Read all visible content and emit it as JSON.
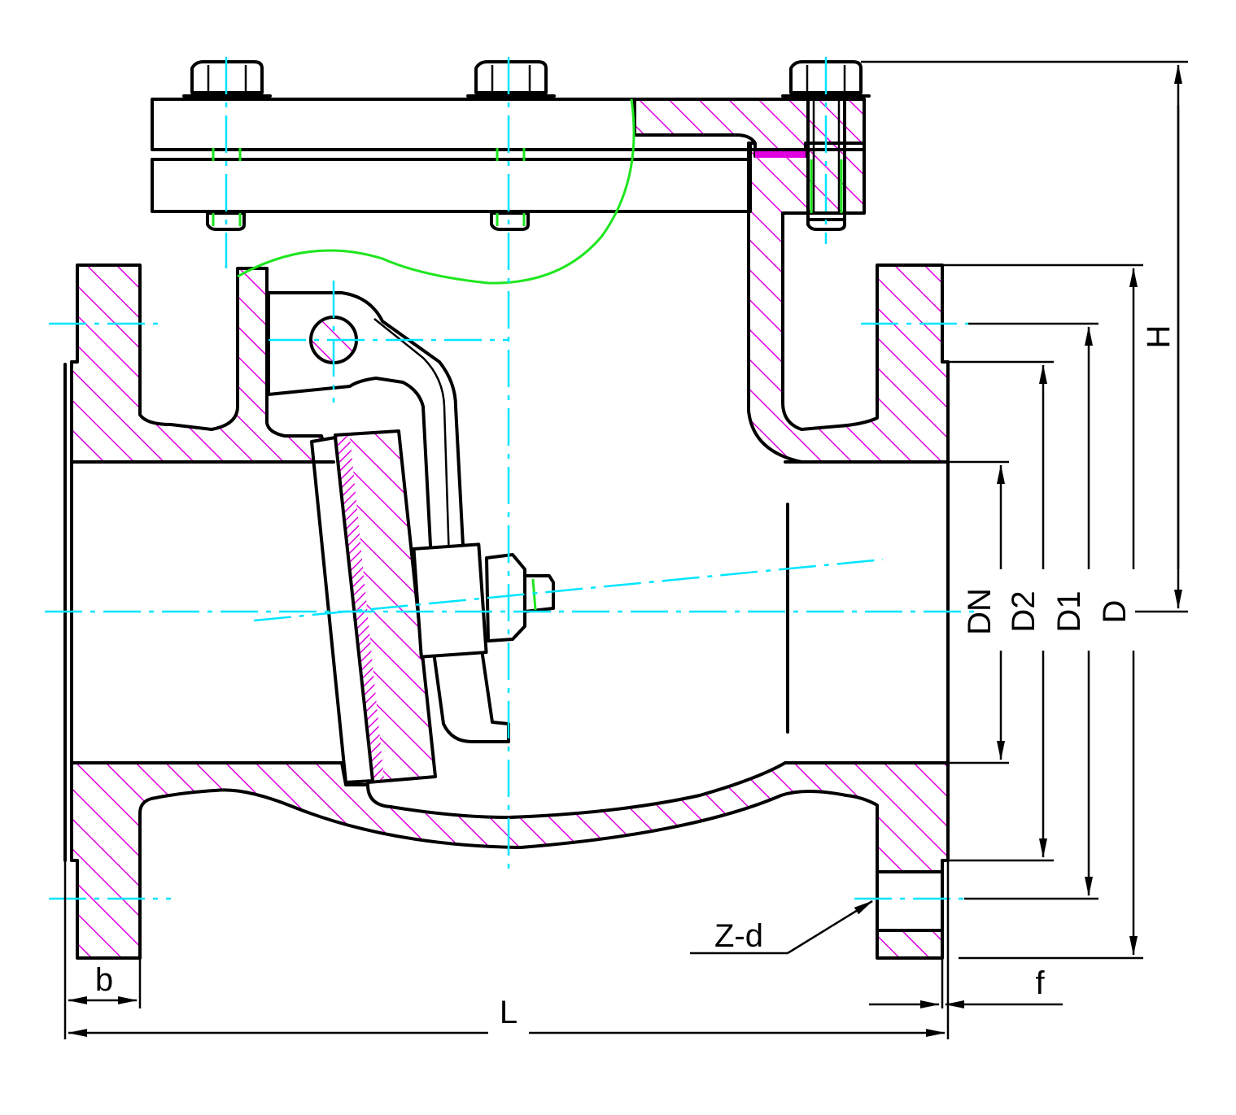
{
  "drawing": {
    "colors": {
      "outline": "#000000",
      "hatch": "#e000e0",
      "centerline": "#00e5ff",
      "section_boundary": "#1ee61e"
    }
  },
  "dimensions": {
    "H": "H",
    "D": "D",
    "D1": "D1",
    "D2": "D2",
    "DN": "DN",
    "L": "L",
    "b": "b",
    "f": "f",
    "Zd": "Z-d"
  }
}
